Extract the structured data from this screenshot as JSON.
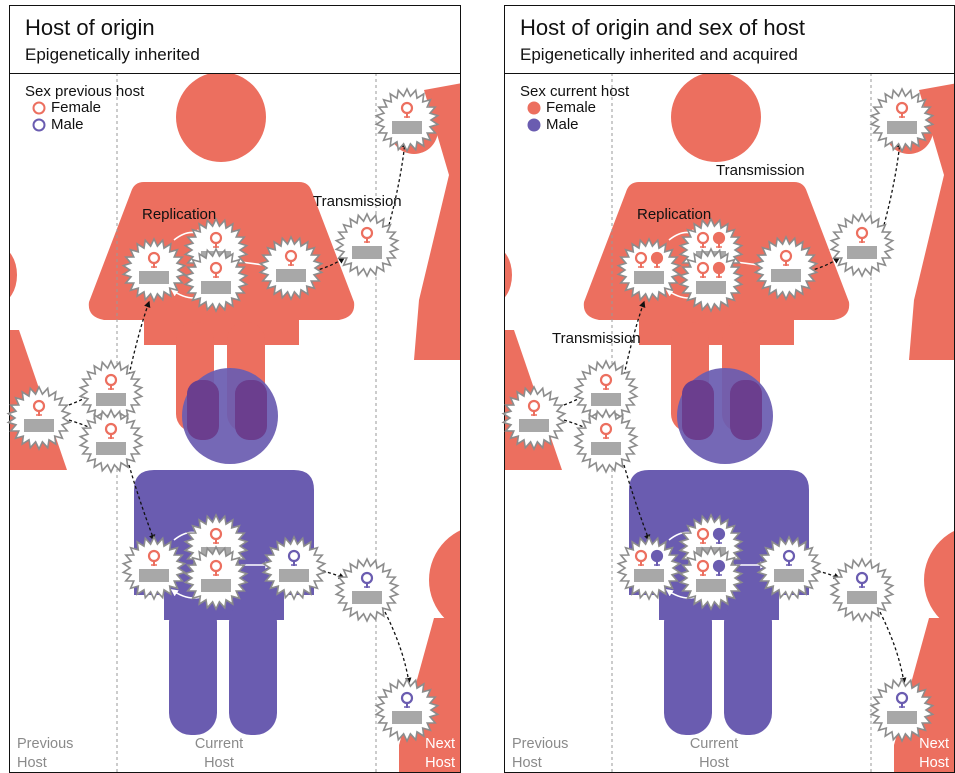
{
  "colors": {
    "female": "#ec6f5f",
    "male": "#6a5cb0",
    "overlap": "#6b3e8e",
    "virus_body": "#a8a8a8",
    "divider": "#999999",
    "footer_gray": "#8a8a8a"
  },
  "panels": [
    {
      "title": "Host of origin",
      "subtitle": "Epigenetically inherited",
      "legend": {
        "title": "Sex previous host",
        "female": "Female",
        "male": "Male",
        "marker_style": "hollow"
      },
      "labels": {
        "replication": "Replication",
        "transmission_top": "Transmission"
      },
      "footer": {
        "previous": [
          "Previous",
          "Host"
        ],
        "current": [
          "Current",
          "Host"
        ],
        "next": [
          "Next",
          "Host"
        ]
      }
    },
    {
      "title": "Host of origin and sex of host",
      "subtitle": "Epigenetically inherited and acquired",
      "legend": {
        "title": "Sex current host",
        "female": "Female",
        "male": "Male",
        "marker_style": "filled"
      },
      "labels": {
        "replication": "Replication",
        "transmission_top": "Transmission",
        "transmission_left": "Transmission"
      },
      "footer": {
        "previous": [
          "Previous",
          "Host"
        ],
        "current": [
          "Current",
          "Host"
        ],
        "next": [
          "Next",
          "Host"
        ]
      }
    }
  ]
}
